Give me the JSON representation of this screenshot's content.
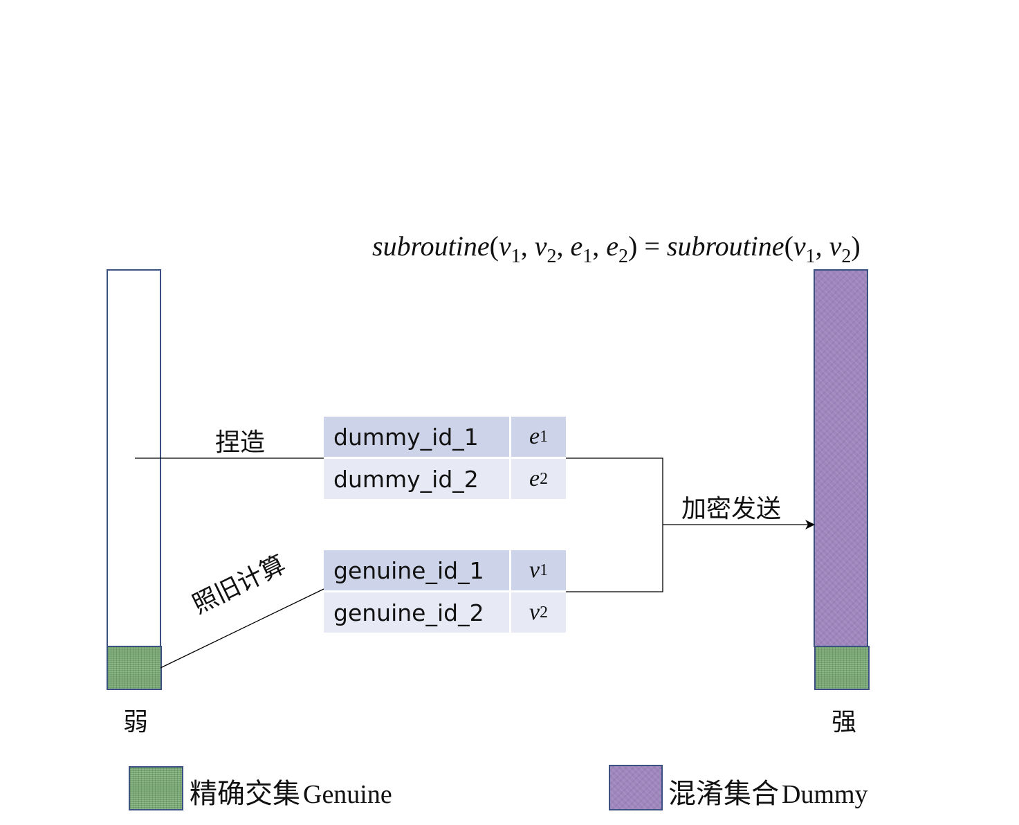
{
  "formula": {
    "lhs_fn": "subroutine",
    "lhs_args": [
      {
        "base": "v",
        "sub": "1"
      },
      {
        "base": "v",
        "sub": "2"
      },
      {
        "base": "e",
        "sub": "1"
      },
      {
        "base": "e",
        "sub": "2"
      }
    ],
    "equals": "=",
    "rhs_fn": "subroutine",
    "rhs_args": [
      {
        "base": "v",
        "sub": "1"
      },
      {
        "base": "v",
        "sub": "2"
      }
    ]
  },
  "left_bar": {
    "label": "弱"
  },
  "right_bar": {
    "label": "强"
  },
  "labels": {
    "fabricate": "捏造",
    "compute": "照旧计算",
    "encrypt_send": "加密发送"
  },
  "dummy_table": [
    {
      "id": "dummy_id_1",
      "val_base": "e",
      "val_sub": "1"
    },
    {
      "id": "dummy_id_2",
      "val_base": "e",
      "val_sub": "2"
    }
  ],
  "genuine_table": [
    {
      "id": "genuine_id_1",
      "val_base": "v",
      "val_sub": "1"
    },
    {
      "id": "genuine_id_2",
      "val_base": "v",
      "val_sub": "2"
    }
  ],
  "legend": [
    {
      "cn": "精确交集",
      "en": "Genuine",
      "color": "#78a774"
    },
    {
      "cn": "混淆集合",
      "en": "Dummy",
      "color": "#9f87bd"
    }
  ],
  "colors": {
    "bar_border": "#3b5181",
    "genuine_green": "#78a774",
    "dummy_purple": "#9f87bd",
    "row_dark": "#cdd3e8",
    "row_light": "#e7eaf5"
  }
}
